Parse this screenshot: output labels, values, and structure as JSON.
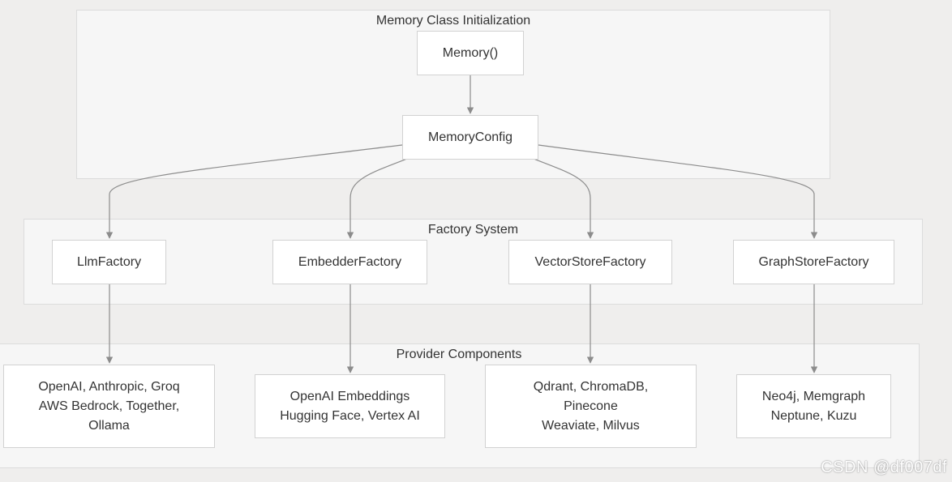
{
  "clusters": {
    "init": "Memory Class Initialization",
    "factory": "Factory System",
    "providers": "Provider Components"
  },
  "nodes": {
    "memory": "Memory()",
    "memory_config": "MemoryConfig",
    "llm_factory": "LlmFactory",
    "embedder_factory": "EmbedderFactory",
    "vector_store_factory": "VectorStoreFactory",
    "graph_store_factory": "GraphStoreFactory",
    "llm_providers": [
      "OpenAI, Anthropic, Groq",
      "AWS Bedrock, Together,",
      "Ollama"
    ],
    "embedder_providers": [
      "OpenAI Embeddings",
      "Hugging Face, Vertex AI"
    ],
    "vector_providers": [
      "Qdrant, ChromaDB,",
      "Pinecone",
      "Weaviate, Milvus"
    ],
    "graph_providers": [
      "Neo4j, Memgraph",
      "Neptune, Kuzu"
    ]
  },
  "watermark": "CSDN @df007df",
  "colors": {
    "background": "#efeeed",
    "cluster_fill": "#f6f6f6",
    "node_fill": "#ffffff",
    "edge": "#8c8c8c"
  }
}
